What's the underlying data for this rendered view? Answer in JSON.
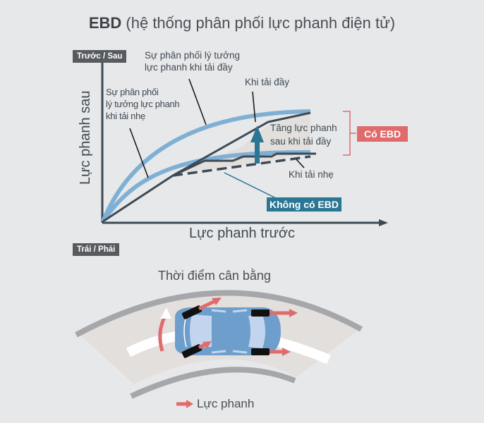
{
  "title": {
    "bold": "EBD",
    "rest": " (hệ thống phân phối lực phanh điện tử)"
  },
  "section_tags": {
    "front_rear": "Trước / Sau",
    "left_right": "Trái / Phải"
  },
  "chart": {
    "y_axis_label": "Lực phanh sau",
    "x_axis_label": "Lực phanh trước",
    "annotations": {
      "ideal_full_load": [
        "Sự phân phối lý tưởng",
        "lực phanh khi tải đầy"
      ],
      "ideal_light_load": [
        "Sự phân phối",
        "lý tưởng lực phanh",
        "khi tải nhẹ"
      ],
      "full_load": "Khi tải đầy",
      "light_load": "Khi tải nhẹ",
      "increase": [
        "Tăng lực phanh",
        "sau khi tải đầy"
      ]
    },
    "badges": {
      "with_ebd": "Có EBD",
      "without_ebd": "Không có EBD"
    }
  },
  "chart_data": {
    "type": "line",
    "title": "EBD (hệ thống phân phối lực phanh điện tử)",
    "xlabel": "Lực phanh trước",
    "ylabel": "Lực phanh sau",
    "grid": false,
    "series": [
      {
        "name": "Sự phân phối lý tưởng lực phanh khi tải đầy",
        "style": "thick light-blue curve",
        "x": [
          0,
          10,
          25,
          50,
          75,
          100
        ],
        "y": [
          0,
          45,
          85,
          120,
          138,
          142
        ]
      },
      {
        "name": "Sự phân phối lý tưởng lực phanh khi tải nhẹ",
        "style": "thick light-blue curve",
        "x": [
          0,
          10,
          25,
          50,
          75,
          100
        ],
        "y": [
          0,
          30,
          55,
          75,
          82,
          84
        ]
      },
      {
        "name": "Có EBD - Khi tải đầy",
        "style": "solid dark line",
        "x": [
          0,
          50,
          82,
          100
        ],
        "y": [
          0,
          60,
          135,
          135
        ]
      },
      {
        "name": "Có EBD - Khi tải nhẹ",
        "style": "solid dark line",
        "x": [
          0,
          50,
          65,
          80,
          100
        ],
        "y": [
          0,
          60,
          70,
          72,
          82
        ]
      },
      {
        "name": "Không có EBD",
        "style": "dashed dark line",
        "x": [
          0,
          32,
          100
        ],
        "y": [
          0,
          60,
          80
        ]
      }
    ],
    "annotations": [
      "Tăng lực phanh sau khi tải đầy",
      "Có EBD",
      "Không có EBD",
      "Khi tải đầy",
      "Khi tải nhẹ"
    ]
  },
  "bottom": {
    "subtitle": "Thời điểm cân bằng",
    "legend_label": "Lực phanh"
  },
  "colors": {
    "background": "#e7e8ea",
    "curve_blue": "#7fb0d4",
    "line_dark": "#3b4a55",
    "ebd_red": "#e06b6d",
    "ebd_blue": "#2a7694",
    "road": "#e2dfdc",
    "road_edge": "#a5a7ab",
    "car": "#6e9fcc",
    "car_glass": "#c3d5ee"
  }
}
